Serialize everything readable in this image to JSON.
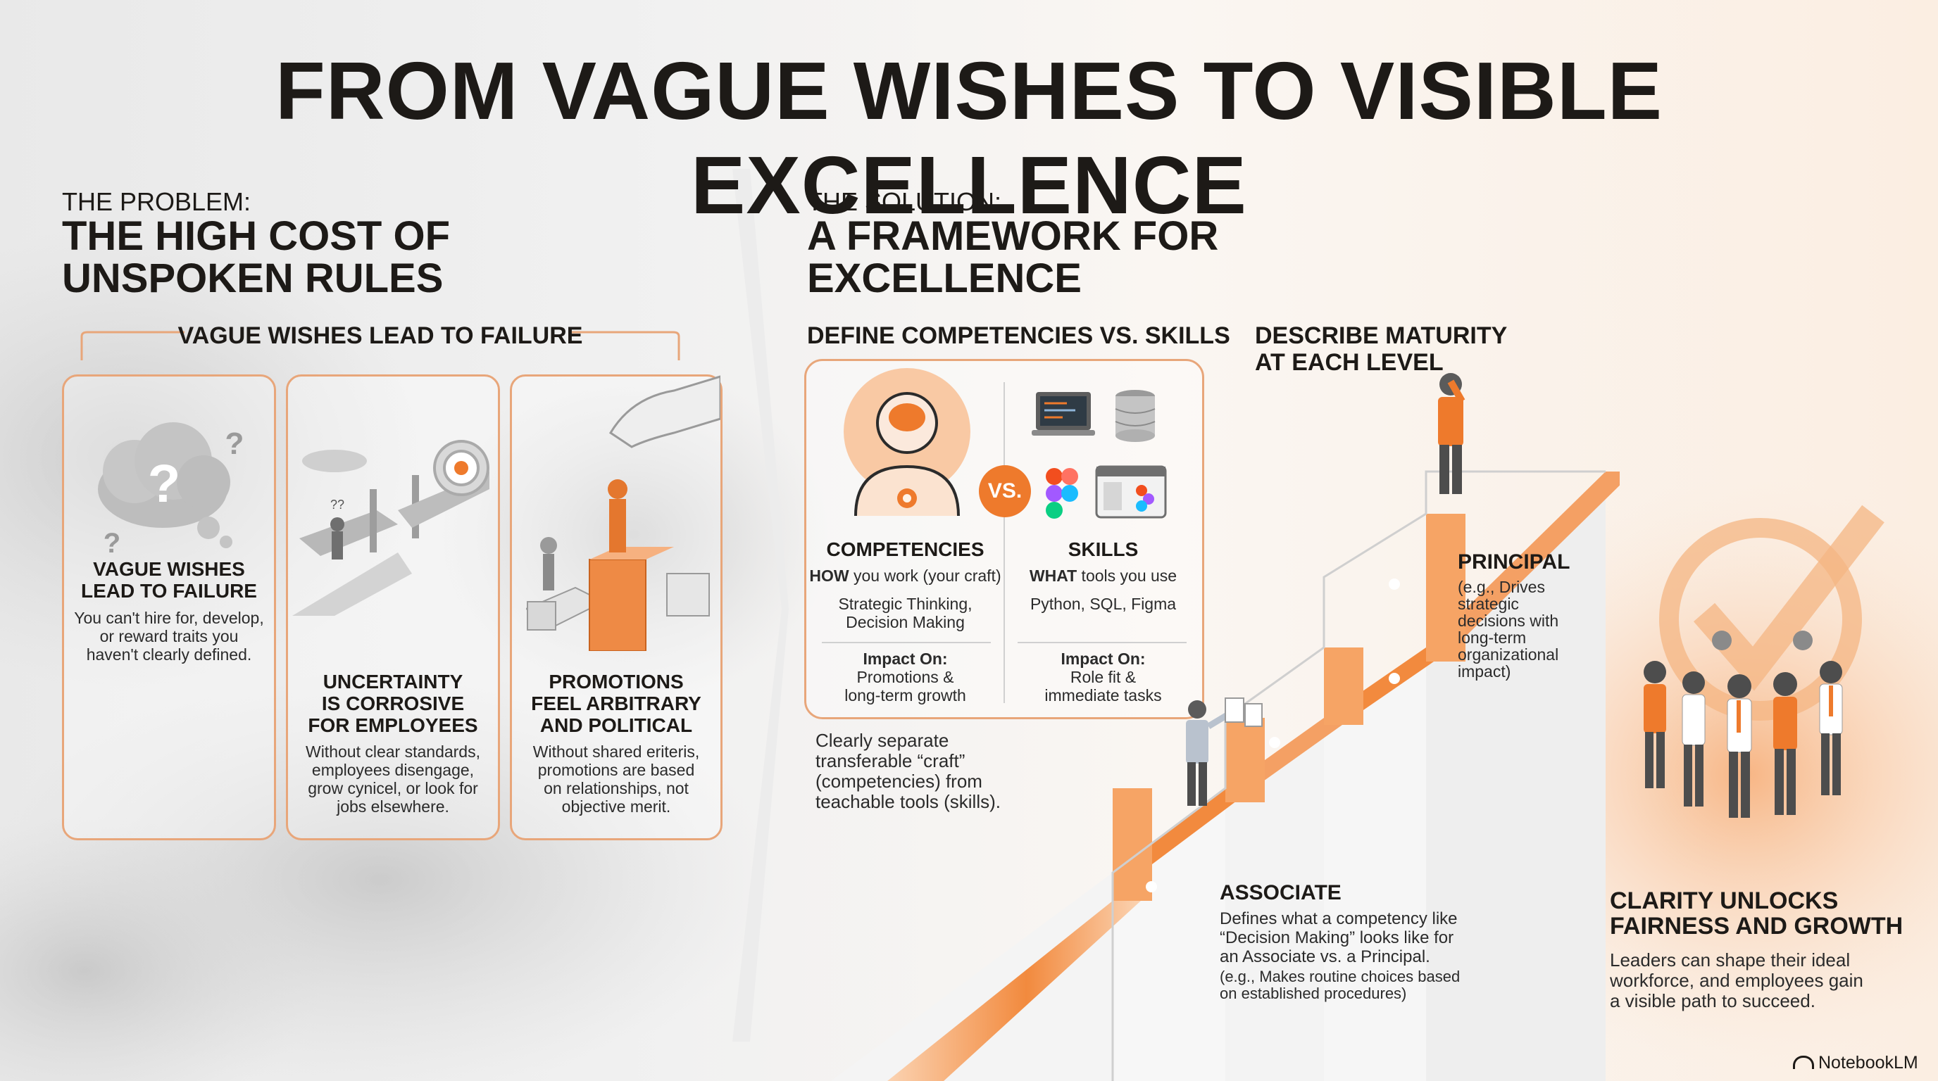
{
  "title": "FROM VAGUE WISHES TO VISIBLE EXCELLENCE",
  "problem": {
    "kicker": "THE PROBLEM:",
    "headline_line1": "THE HIGH COST OF",
    "headline_line2": "UNSPOKEN RULES",
    "banner": "VAGUE WISHES LEAD TO FAILURE",
    "cards": [
      {
        "title_l1": "VAGUE WISHES",
        "title_l2": "LEAD TO FAILURE",
        "title_l3": "",
        "body": [
          "You can't hire for, develop,",
          "or reward traits you",
          "haven't clearly defined."
        ]
      },
      {
        "title_l1": "UNCERTAINTY",
        "title_l2": "IS CORROSIVE",
        "title_l3": "FOR EMPLOYEES",
        "body": [
          "Without clear standards,",
          "employees disengage,",
          "grow cynicel, or look for",
          "jobs elsewhere."
        ]
      },
      {
        "title_l1": "PROMOTIONS",
        "title_l2": "FEEL ARBITRARY",
        "title_l3": "AND POLITICAL",
        "body": [
          "Without shared eriteris,",
          "promotions are based",
          "on relationships, not",
          "objective merit."
        ]
      }
    ]
  },
  "solution": {
    "kicker": "THE SOLUTION:",
    "headline_line1": "A FRAMEWORK FOR",
    "headline_line2": "EXCELLENCE",
    "define_heading": "DEFINE COMPETENCIES VS. SKILLS",
    "vs": "VS.",
    "competencies": {
      "title": "COMPETENCIES",
      "how_bold": "HOW",
      "how_rest": " you work (your craft)",
      "example_l1": "Strategic Thinking,",
      "example_l2": "Decision Making",
      "impact_label": "Impact On:",
      "impact_l1": "Promotions &",
      "impact_l2": "long-term growth"
    },
    "skills": {
      "title": "SKILLS",
      "what_bold": "WHAT",
      "what_rest": " tools you use",
      "example": "Python, SQL, Figma",
      "impact_label": "Impact On:",
      "impact_l1": "Role fit &",
      "impact_l2": "immediate tasks"
    },
    "separate_note": [
      "Clearly separate",
      "transferable “craft”",
      "(competencies) from",
      "teachable tools (skills)."
    ],
    "maturity_heading_l1": "DESCRIBE MATURITY",
    "maturity_heading_l2": "AT EACH LEVEL",
    "principal": {
      "title": "PRINCIPAL",
      "lines": [
        "(e.g., Drives",
        "strategic",
        "decisions with",
        "long-term",
        "organizational",
        "impact)"
      ]
    },
    "associate": {
      "title": "ASSOCIATE",
      "lines": [
        "Defines what a competency like",
        "“Decision Making” looks like for",
        "an Associate vs. a Principal."
      ],
      "example_lines": [
        "(e.g., Makes routine choices based",
        "on established procedures)"
      ]
    }
  },
  "outcome": {
    "title_l1": "CLARITY UNLOCKS",
    "title_l2": "FAIRNESS AND GROWTH",
    "lines": [
      "Leaders can shape their ideal",
      "workforce, and employees gain",
      "a visible path to succeed."
    ]
  },
  "brand": "NotebookLM",
  "colors": {
    "accent": "#ee7a2c",
    "ink": "#1d1a17",
    "card_border": "#e8a67a"
  },
  "icons": [
    "question-cloud-icon",
    "broken-bridge-icon",
    "target-icon",
    "pawn-hand-icon",
    "brain-head-icon",
    "laptop-icon",
    "database-icon",
    "figma-icon",
    "app-window-icon",
    "staircase-icon",
    "checkmark-icon",
    "team-icon",
    "notebooklm-logo-icon"
  ]
}
